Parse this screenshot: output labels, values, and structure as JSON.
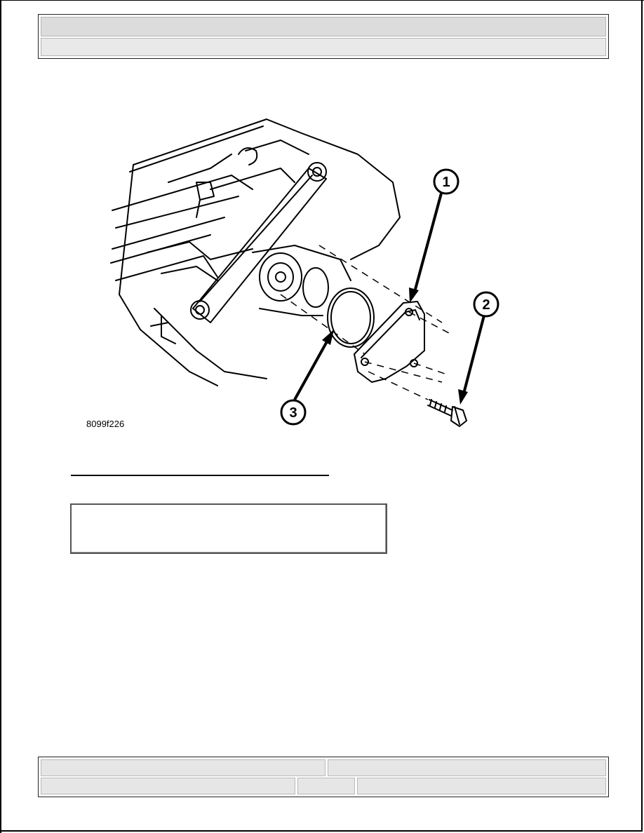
{
  "figure": {
    "caption": "8099f226",
    "callouts": [
      "1",
      "2",
      "3"
    ]
  }
}
